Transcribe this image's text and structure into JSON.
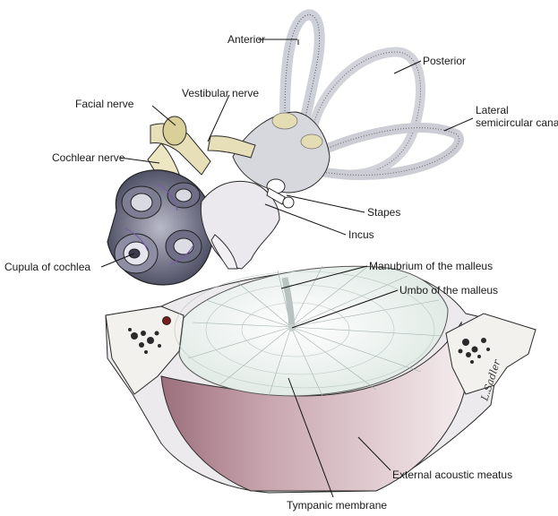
{
  "labels": {
    "anterior": "Anterior",
    "posterior": "Posterior",
    "lateral_1": "Lateral",
    "lateral_2": "semicircular canal",
    "facial_nerve": "Facial nerve",
    "vestibular_nerve": "Vestibular nerve",
    "cochlear_nerve": "Cochlear nerve",
    "stapes": "Stapes",
    "incus": "Incus",
    "cupula": "Cupula of cochlea",
    "manubrium": "Manubrium of the malleus",
    "umbo": "Umbo of the malleus",
    "external_meatus": "External acoustic meatus",
    "tympanic_membrane": "Tympanic membrane"
  },
  "signature": "L.Sadler",
  "colors": {
    "bone": "#e9e6ea",
    "canal": "#cfd0d8",
    "nerve": "#e6dfb8",
    "cochlea": "#5e5f75",
    "membrane": "#edf3ef",
    "meatus_wall": "#b08793",
    "meatus_light": "#f4eaec",
    "spongy": "#2a2a2a"
  }
}
